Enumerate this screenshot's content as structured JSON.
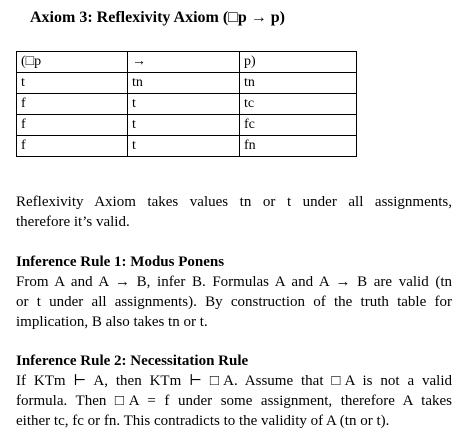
{
  "heading": "Axiom 3: Reflexivity Axiom (□p → p)",
  "truth_table": {
    "header": [
      "(□p",
      "→",
      "p)"
    ],
    "rows": [
      [
        "t",
        "tn",
        "tn"
      ],
      [
        "f",
        "t",
        "tc"
      ],
      [
        "f",
        "t",
        "fc"
      ],
      [
        "f",
        "t",
        "fn"
      ]
    ]
  },
  "axiom_paragraph": [
    "Reflexivity Axiom takes values tn or t under all assignments,",
    "therefore it’s valid."
  ],
  "rule1": {
    "title": "Inference Rule 1: Modus Ponens",
    "lines": [
      "From A and A → B, infer B. Formulas A and A → B are valid (tn",
      "or t under all assignments). By construction of the truth table for",
      "implication, B also takes tn or t."
    ]
  },
  "rule2": {
    "title": "Inference Rule 2: Necessitation Rule",
    "lines": [
      "If KTm ⊢ A, then KTm ⊢ □A. Assume that □A is not a valid",
      "formula. Then □A = f under some assignment, therefore A takes",
      "either tc, fc or fn. This contradicts to the validity of A (tn or t)."
    ]
  }
}
